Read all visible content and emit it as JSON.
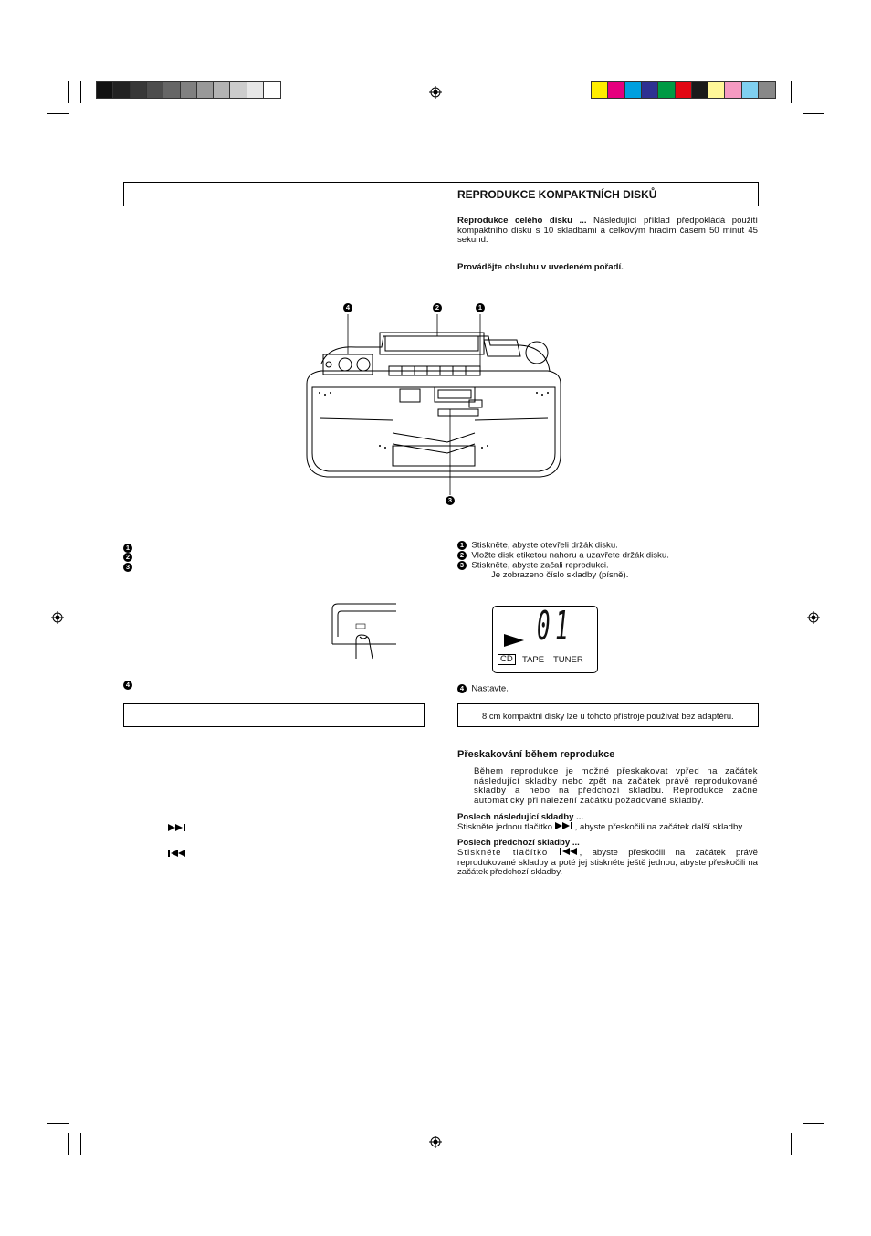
{
  "header_box": {
    "title": "REPRODUKCE KOMPAKTNÍCH DISKŮ"
  },
  "intro": {
    "lead": "Reprodukce celého disku ...",
    "text": " Následující příklad předpokládá použití kompaktního disku s 10 skladbami a celkovým hracím časem 50 minut 45 sekund.",
    "order": "Provádějte obsluhu v uvedeném pořadí."
  },
  "diagram_callouts": [
    "4",
    "2",
    "1",
    "3"
  ],
  "left_steps": [
    "1",
    "2",
    "3"
  ],
  "left_step4": "4",
  "steps": [
    {
      "n": "1",
      "text": "Stiskněte, abyste otevřeli držák disku."
    },
    {
      "n": "2",
      "text": "Vložte disk etiketou nahoru a uzavřete držák disku."
    },
    {
      "n": "3",
      "text": "Stiskněte, abyste začali reprodukci."
    }
  ],
  "step3_sub": "Je zobrazeno číslo skladby (písně).",
  "display": {
    "track": "01",
    "labels": [
      "CD",
      "TAPE",
      "TUNER"
    ]
  },
  "step4": {
    "n": "4",
    "text": "Nastavte."
  },
  "note": "8 cm kompaktní disky lze u tohoto přístroje používat bez adaptéru.",
  "skip": {
    "title": "Přeskakování během reprodukce",
    "text": "Během reprodukce je možné přeskakovat vpřed na začátek následující skladby nebo zpět na začátek právě reprodukované skladby a nebo na předchozí skladbu. Reprodukce začne automaticky při nalezení začátku požadované skladby.",
    "next_title": "Poslech následující skladby ...",
    "next_text_a": "Stiskněte jednou tlačítko ",
    "next_text_b": ", abyste přeskočili na začátek další skladby.",
    "prev_title": "Poslech předchozí skladby ...",
    "prev_text_a": "Stiskněte tlačítko ",
    "prev_text_b": ", abyste přeskočili na začátek právě reprodukované skladby a poté jej stiskněte ještě jednou, abyste přeskočili na začátek předchozí skladby."
  },
  "colors": {
    "gray_bar": [
      "#111111",
      "#222222",
      "#383838",
      "#4d4d4d",
      "#666666",
      "#808080",
      "#999999",
      "#b3b3b3",
      "#cccccc",
      "#e6e6e6",
      "#ffffff"
    ],
    "color_bar": [
      "#ffee00",
      "#e5007e",
      "#00a0e0",
      "#2e3192",
      "#009a44",
      "#e30613",
      "#1a1a1a",
      "#fff799",
      "#f49ac1",
      "#7fd0f0",
      "#888888"
    ]
  }
}
